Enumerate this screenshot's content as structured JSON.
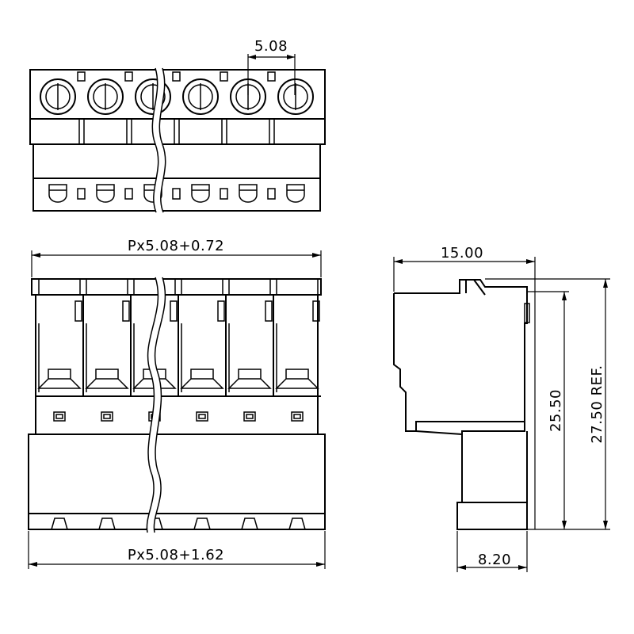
{
  "dimensions": {
    "pitch_top": "5.08",
    "width_top": "Px5.08+0.72",
    "width_bottom": "Px5.08+1.62",
    "depth": "15.00",
    "height": "25.50",
    "height_ref": "27.50 REF.",
    "base_depth": "8.20"
  },
  "poles_shown": 6
}
